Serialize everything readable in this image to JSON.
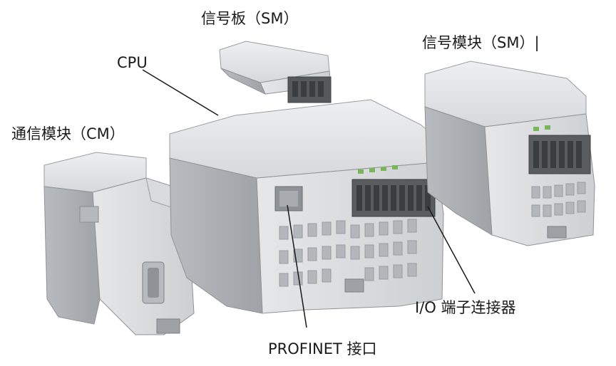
{
  "labels": {
    "signal_board": "信号板（SM）",
    "signal_module": "信号模块（SM）|",
    "cpu": "CPU",
    "comm_module": "通信模块（CM）",
    "io_connector": "I/O 端子连接器",
    "profinet_port": "PROFINET 接口"
  },
  "colors": {
    "body_light": "#e3e4e6",
    "body_mid": "#cfd1d4",
    "body_dark": "#a9acb0",
    "shadow": "#8d9094",
    "connector": "#5a5d60",
    "led_green": "#79b55a",
    "line": "#1a1a1a"
  }
}
